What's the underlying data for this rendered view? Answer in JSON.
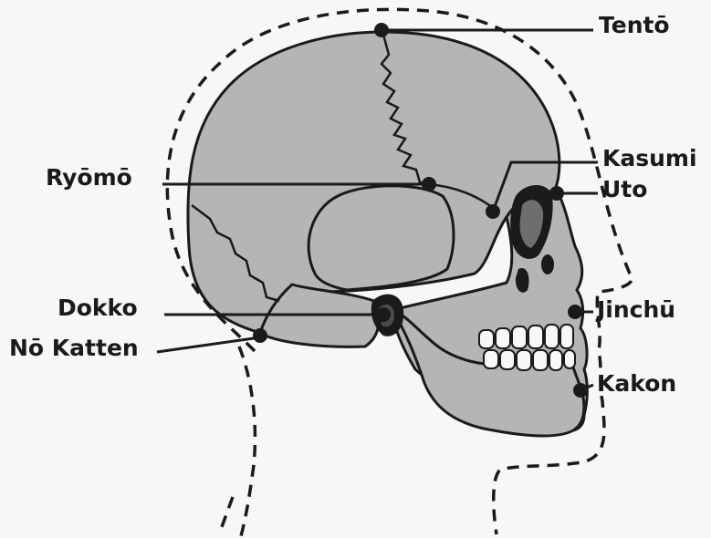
{
  "points": [
    {
      "id": "tento",
      "label": "Tentō"
    },
    {
      "id": "kasumi",
      "label": "Kasumi"
    },
    {
      "id": "uto",
      "label": "Uto"
    },
    {
      "id": "ryomo",
      "label": "Ryōmō"
    },
    {
      "id": "dokko",
      "label": "Dokko"
    },
    {
      "id": "no-katten",
      "label": "Nō Katten"
    },
    {
      "id": "jinchu",
      "label": "Jinchū"
    },
    {
      "id": "kakon",
      "label": "Kakon"
    }
  ],
  "colors": {
    "bone": "#b5b5b5",
    "outline": "#1a1a1a",
    "background": "#f7f7f7"
  }
}
